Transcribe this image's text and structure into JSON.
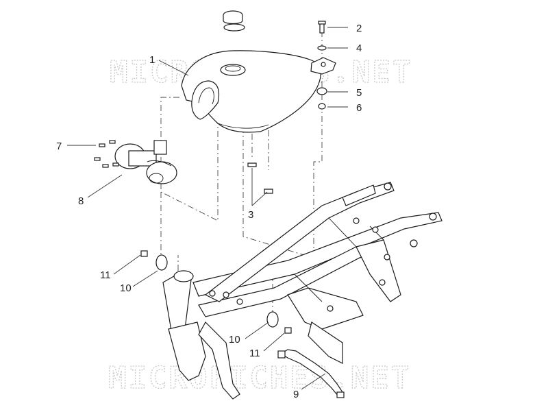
{
  "watermark": {
    "text_top": "MICROFICHES.NET",
    "text_bottom": "MICROFICHES.NET"
  },
  "callouts": {
    "c1": "1",
    "c2": "2",
    "c3": "3",
    "c4": "4",
    "c5": "5",
    "c6": "6",
    "c7": "7",
    "c8": "8",
    "c9": "9",
    "c10a": "10",
    "c10b": "10",
    "c11a": "11",
    "c11b": "11"
  }
}
